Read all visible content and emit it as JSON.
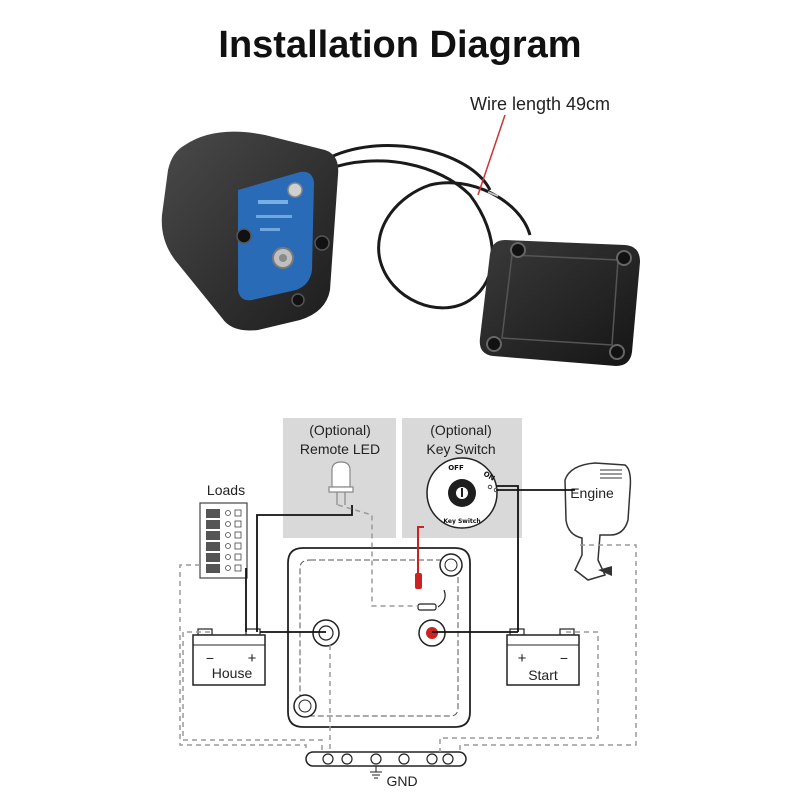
{
  "title": "Installation Diagram",
  "photo": {
    "wire_label": "Wire length 49cm"
  },
  "diagram": {
    "remote_led": {
      "line1": "(Optional)",
      "line2": "Remote LED"
    },
    "key_switch": {
      "line1": "(Optional)",
      "line2": "Key Switch",
      "off": "OFF",
      "on": "ON",
      "caption": "Key Switch"
    },
    "loads_label": "Loads",
    "engine_label": "Engine",
    "house_battery": {
      "label": "House",
      "minus": "−",
      "plus": "+"
    },
    "start_battery": {
      "label": "Start",
      "minus": "−",
      "plus": "+"
    },
    "gnd_label": "GND"
  },
  "colors": {
    "body_dark": "#2b2b2b",
    "board_blue": "#2a6bb8",
    "panel_gray": "#d9d9d9",
    "wire_red": "#cc2222",
    "wire_dashed": "#9a9a9a",
    "wire_solid": "#111111"
  }
}
